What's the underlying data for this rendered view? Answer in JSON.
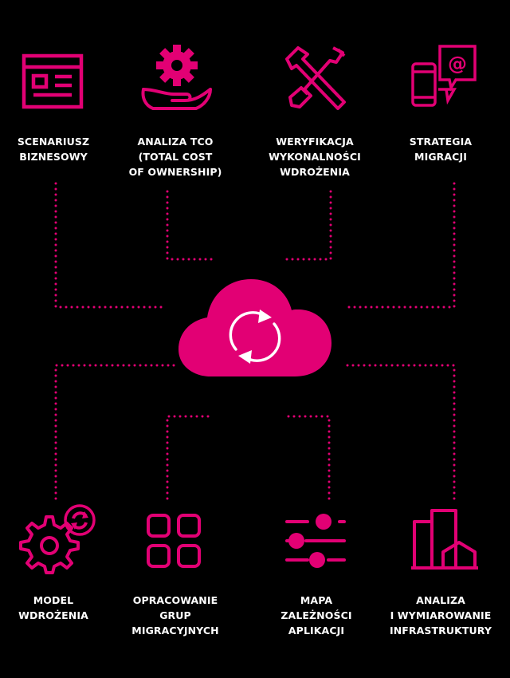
{
  "colors": {
    "accent": "#e20074",
    "background": "#000000",
    "text": "#ffffff"
  },
  "center": {
    "icon": "cloud-sync-icon"
  },
  "top_items": [
    {
      "icon": "newspaper-icon",
      "lines": [
        "SCENARIUSZ",
        "BIZNESOWY"
      ]
    },
    {
      "icon": "hand-gear-icon",
      "lines": [
        "ANALIZA TCO",
        "(TOTAL COST",
        "OF OWNERSHIP)"
      ]
    },
    {
      "icon": "hammer-screwdriver-icon",
      "lines": [
        "WERYFIKACJA",
        "WYKONALNOŚCI",
        "WDROŻENIA"
      ]
    },
    {
      "icon": "phone-message-icon",
      "lines": [
        "STRATEGIA",
        "MIGRACJI"
      ]
    }
  ],
  "bottom_items": [
    {
      "icon": "gear-sync-icon",
      "lines": [
        "MODEL",
        "WDROŻENIA"
      ]
    },
    {
      "icon": "grid-squares-icon",
      "lines": [
        "OPRACOWANIE",
        "GRUP",
        "MIGRACYJNYCH"
      ]
    },
    {
      "icon": "sliders-icon",
      "lines": [
        "MAPA",
        "ZALEŻNOŚCI",
        "APLIKACJI"
      ]
    },
    {
      "icon": "buildings-icon",
      "lines": [
        "ANALIZA",
        "I WYMIAROWANIE",
        "INFRASTRUKTURY"
      ]
    }
  ]
}
